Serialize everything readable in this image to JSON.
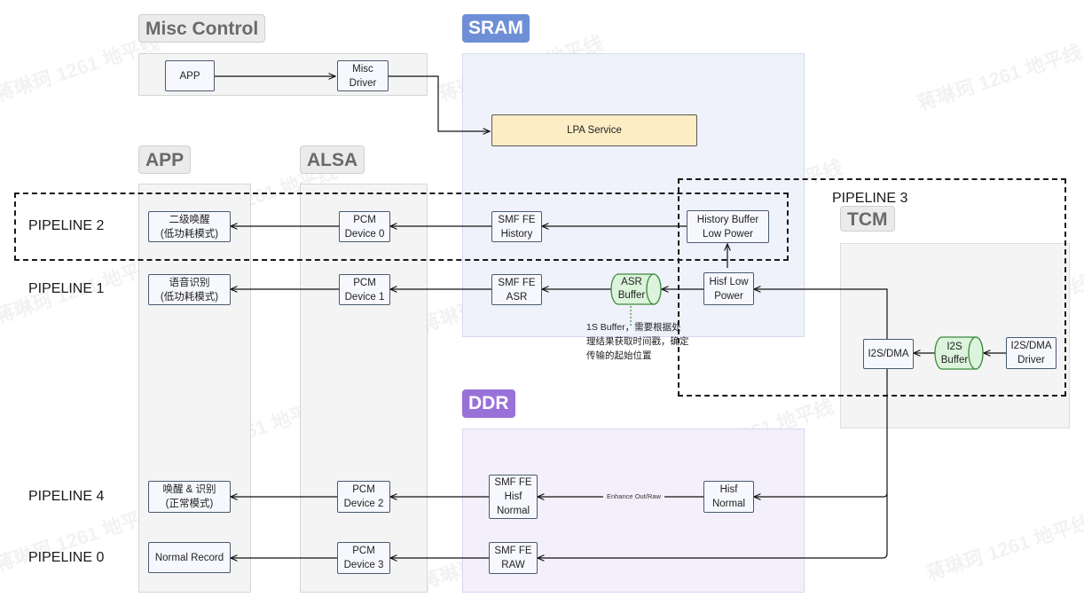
{
  "sections": {
    "misc_control": "Misc Control",
    "sram": "SRAM",
    "app": "APP",
    "alsa": "ALSA",
    "tcm": "TCM",
    "ddr": "DDR"
  },
  "pipelines": {
    "p2": "PIPELINE 2",
    "p1": "PIPELINE 1",
    "p3": "PIPELINE 3",
    "p4": "PIPELINE 4",
    "p0": "PIPELINE 0"
  },
  "nodes": {
    "app": "APP",
    "misc_driver": "Misc\nDriver",
    "lpa_service": "LPA Service",
    "app_wakeup_lp": "二级唤醒\n(低功耗模式)",
    "app_asr_lp": "语音识别\n(低功耗模式)",
    "app_wakeup_normal": "唤醒 & 识别\n(正常模式)",
    "app_normal_record": "Normal Record",
    "pcm0": "PCM\nDevice 0",
    "pcm1": "PCM\nDevice 1",
    "pcm2": "PCM\nDevice 2",
    "pcm3": "PCM\nDevice 3",
    "smf_history": "SMF FE\nHistory",
    "smf_asr": "SMF FE\nASR",
    "smf_hisf_normal": "SMF FE\nHisf\nNormal",
    "smf_raw": "SMF FE\nRAW",
    "history_buffer": "History Buffer\nLow Power",
    "hisf_low_power": "Hisf Low\nPower",
    "hisf_normal": "Hisf\nNormal",
    "i2s_dma": "I2S/DMA",
    "i2s_dma_driver": "I2S/DMA\nDriver"
  },
  "buffers": {
    "asr_buffer": "ASR\nBuffer",
    "i2s_buffer": "I2S\nBuffer"
  },
  "note": "1S Buffer，需要根据处\n理结果获取时间戳，确定\n传输的起始位置",
  "edge_label": "Enhance Out/Raw",
  "watermark": "蒋琳珂 1261 地平线",
  "colors": {
    "sram_tag": "#6e8fd6",
    "ddr_tag": "#9a71d9",
    "lpa_fill": "#fcedc5",
    "buffer_fill": "#dcf3dc",
    "buffer_stroke": "#3d8a3d"
  }
}
